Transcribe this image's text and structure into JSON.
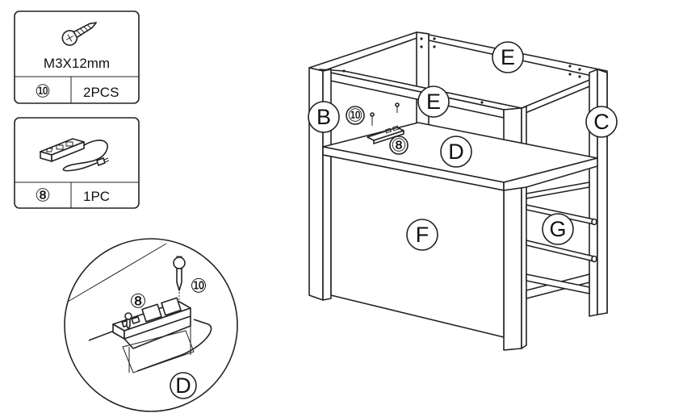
{
  "parts_table": [
    {
      "caption": "M3X12mm",
      "item_number": "⑩",
      "quantity": "2PCS",
      "icon": "screw-icon"
    },
    {
      "caption": "",
      "item_number": "⑧",
      "quantity": "1PC",
      "icon": "power-strip-icon"
    }
  ],
  "main_view": {
    "labels": {
      "E_top": "E",
      "E_front": "E",
      "B": "B",
      "C": "C",
      "D": "D",
      "F": "F",
      "G": "G",
      "screw_number": "⑩",
      "outlet_number": "⑧"
    }
  },
  "detail_view": {
    "outlet_number": "⑧",
    "screw_number": "⑩",
    "panel_label": "D"
  }
}
